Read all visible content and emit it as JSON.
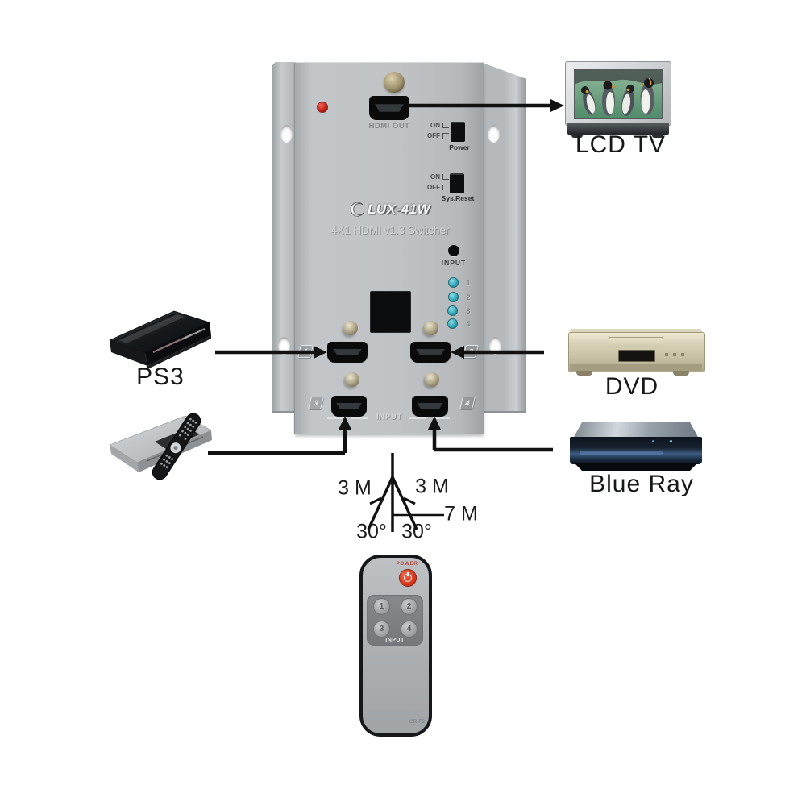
{
  "switcher": {
    "brand": "LUX-41W",
    "model": "4X1 HDMI v1.3 Switcher",
    "hdmi_out_label": "HDMI OUT",
    "power_switch": {
      "on": "ON",
      "off": "OFF",
      "label": "Power"
    },
    "reset_switch": {
      "on": "ON",
      "off": "OFF",
      "label": "Sys.Reset"
    },
    "input_button_label": "INPUT",
    "led_labels": [
      "1",
      "2",
      "3",
      "4"
    ],
    "port_badges": [
      "1",
      "2",
      "3",
      "4"
    ],
    "ports_label": "INPUT"
  },
  "peripherals": {
    "tv_label": "LCD TV",
    "ps3_label": "PS3",
    "dvd_label": "DVD",
    "bluray_label": "Blue Ray"
  },
  "ir_range": {
    "left_distance": "3 M",
    "right_distance": "3 M",
    "forward_distance": "7 M",
    "left_angle": "30°",
    "right_angle": "30°"
  },
  "remote": {
    "power_label": "POWER",
    "button_labels": [
      "1",
      "2",
      "3",
      "4"
    ],
    "input_label": "INPUT",
    "model_code": "CR-F2"
  },
  "colors": {
    "input_led": "#2da4b8",
    "power_led": "#c21f14",
    "remote_power_button": "#d93a1f",
    "line_color": "#111111"
  }
}
